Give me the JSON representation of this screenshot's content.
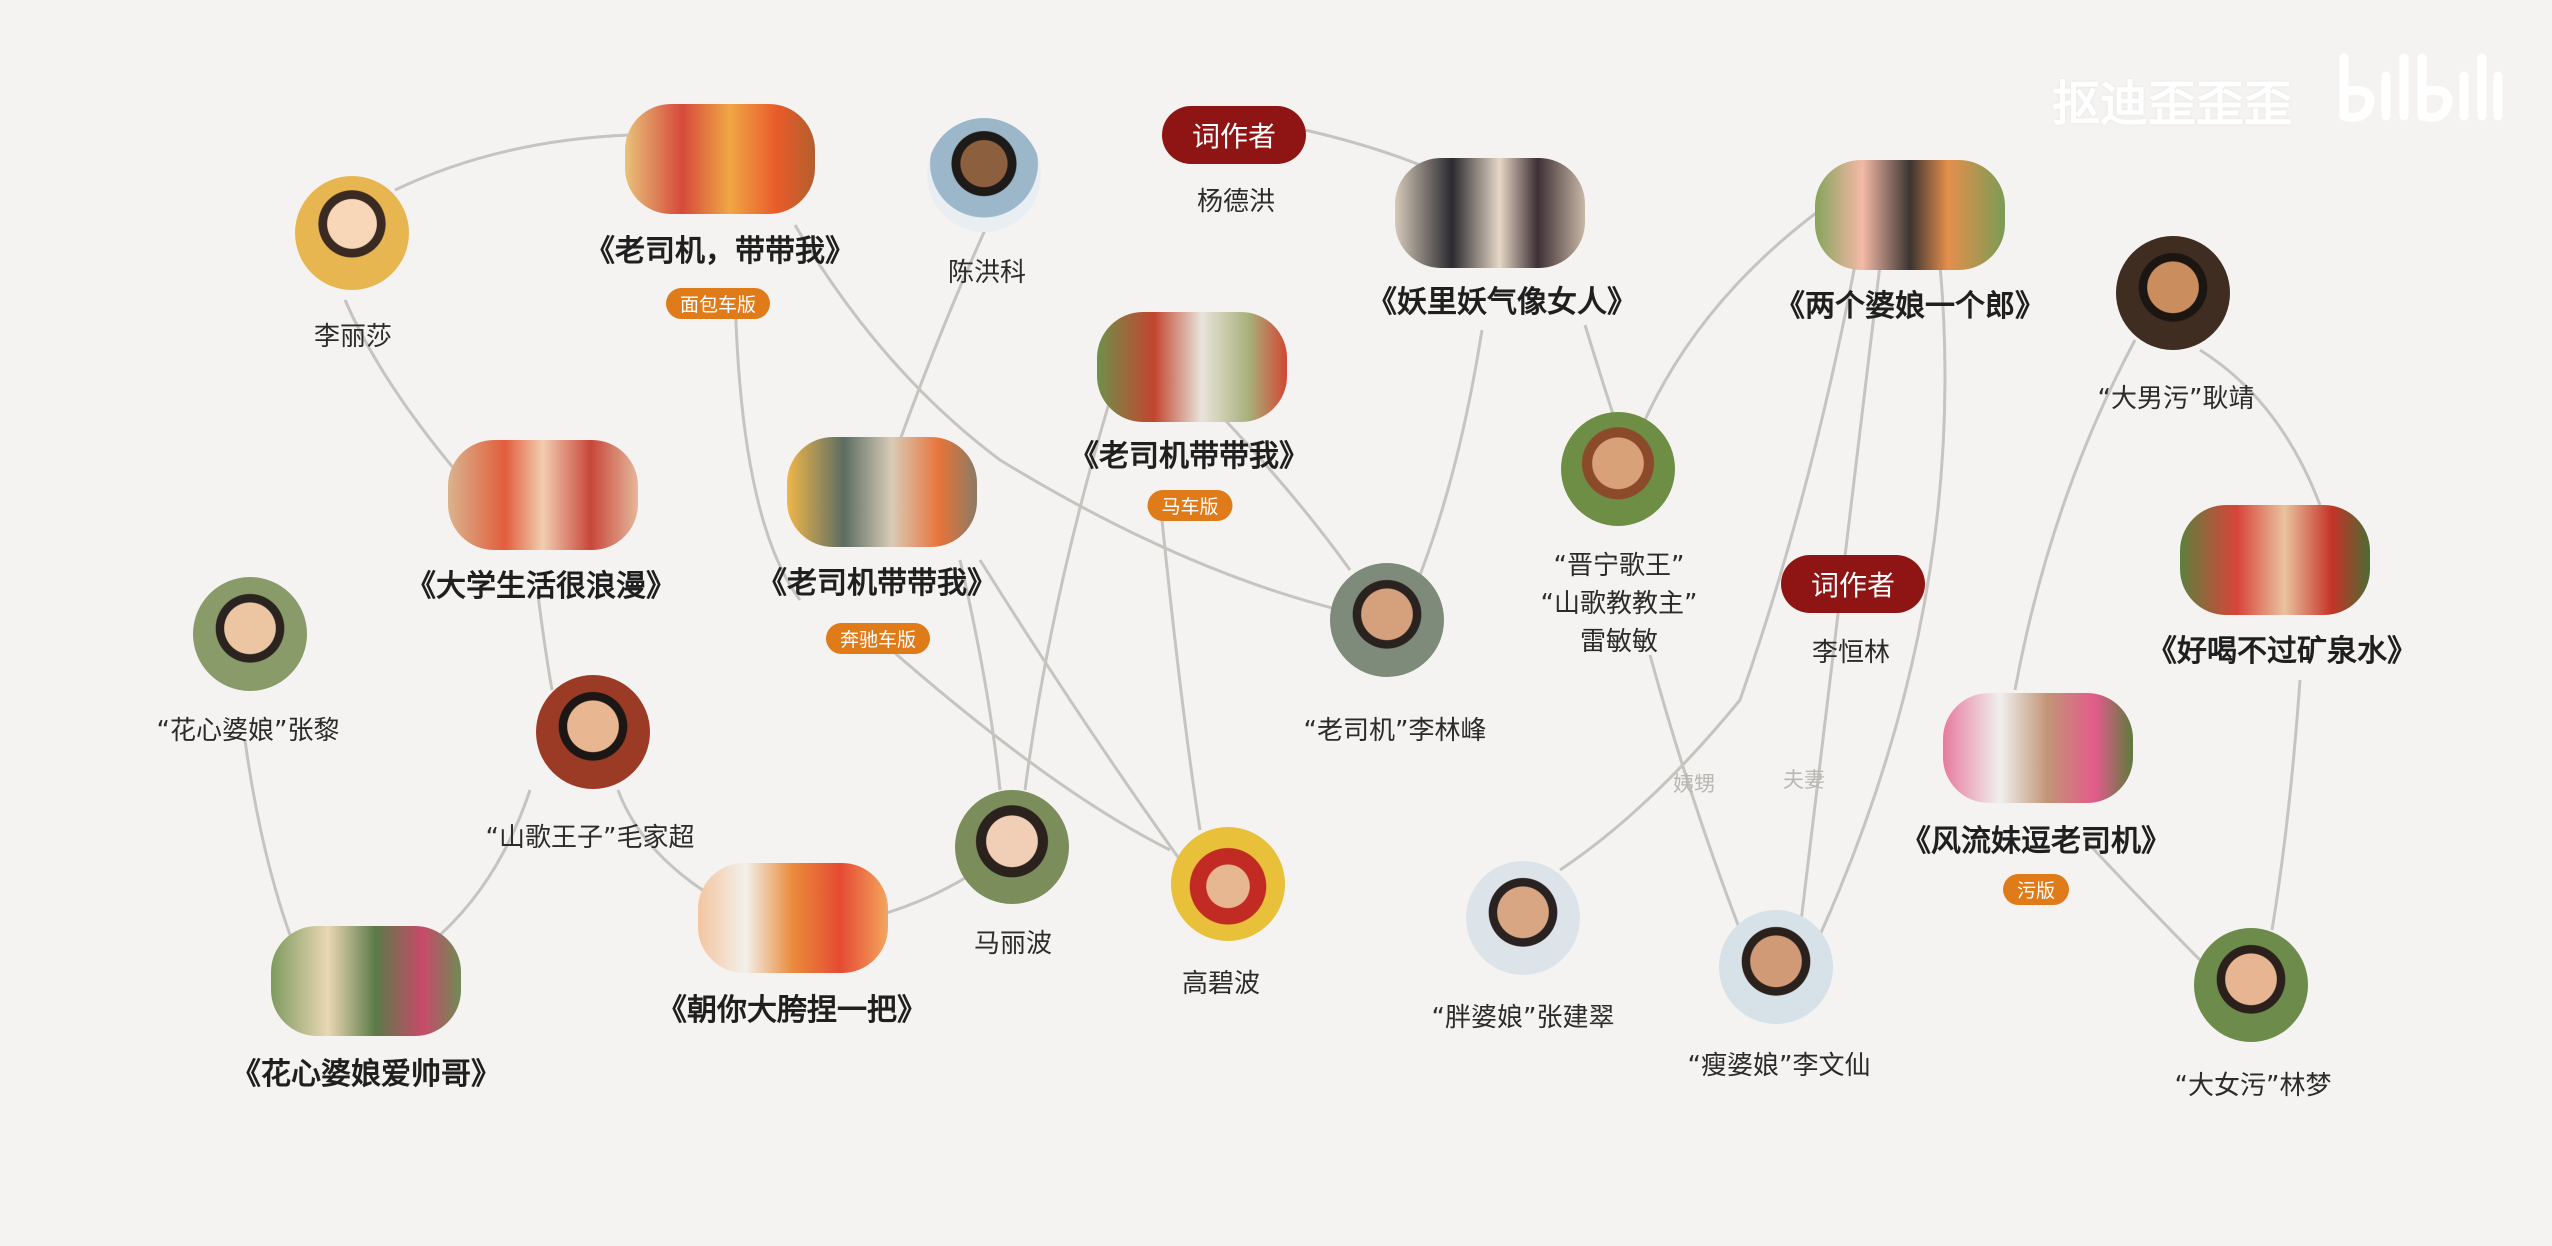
{
  "watermark": {
    "text": "抠迪歪歪歪"
  },
  "nodes": {
    "lilisha": {
      "label": "李丽莎"
    },
    "song_laosiji_bread": {
      "label": "《老司机，带带我》",
      "tag": "面包车版"
    },
    "chenhongke": {
      "label": "陈洪科"
    },
    "lyricist1": {
      "badge": "词作者",
      "name": "杨德洪"
    },
    "song_yaoli": {
      "label": "《妖里妖气像女人》"
    },
    "song_liangge": {
      "label": "《两个婆娘一个郎》"
    },
    "gengjing": {
      "label": "“大男污”耿靖"
    },
    "song_daxuesheng": {
      "label": "《大学生活很浪漫》"
    },
    "song_laosiji_benz": {
      "label": "《老司机带带我》",
      "tag": "奔驰车版"
    },
    "song_laosiji_horse": {
      "label": "《老司机带带我》",
      "tag": "马车版"
    },
    "leiminmin": {
      "lines": [
        "“晋宁歌王”",
        "“山歌教教主”",
        "雷敏敏"
      ]
    },
    "lyricist2": {
      "badge": "词作者",
      "name": "李恒林"
    },
    "song_haohe": {
      "label": "《好喝不过矿泉水》"
    },
    "zhangli": {
      "label": "“花心婆娘”张黎"
    },
    "maojiachao": {
      "label": "“山歌王子”毛家超"
    },
    "lilinfeng": {
      "label": "“老司机”李林峰"
    },
    "song_fengliu": {
      "label": "《风流妹逗老司机》",
      "tag": "污版"
    },
    "malibo": {
      "label": "马丽波"
    },
    "gaobibo": {
      "label": "高碧波"
    },
    "zhangjiancui": {
      "label": "“胖婆娘”张建翠"
    },
    "liwenxian": {
      "label": "“瘦婆娘”李文仙"
    },
    "linmeng": {
      "label": "“大女污”林梦"
    },
    "song_chaoni": {
      "label": "《朝你大胯捏一把》"
    },
    "song_huaxin": {
      "label": "《花心婆娘爱帅哥》"
    }
  },
  "relations": {
    "yisheng": "姨甥",
    "fuqi": "夫妻"
  },
  "colors": {
    "background": "#f4f3f1",
    "edge": "#c6c4c1",
    "tag": "#e07b1a",
    "lyricist_badge": "#8f1414",
    "relation_text": "#b9b7b4"
  }
}
